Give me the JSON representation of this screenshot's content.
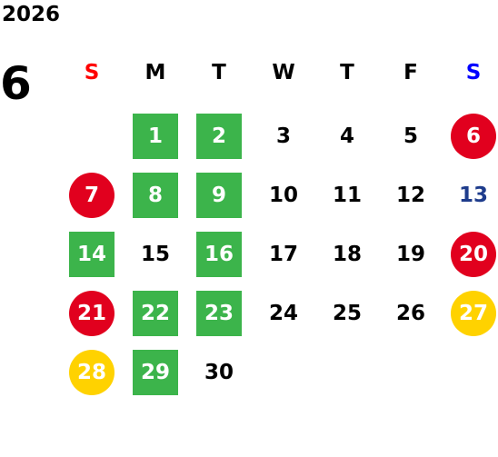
{
  "year": "2026",
  "month": "6",
  "colors": {
    "green": "#3cb44b",
    "red": "#e1001e",
    "yellow": "#ffd200",
    "blue": "#1e3c8c",
    "sunday_header": "#ff0000",
    "saturday_header": "#0000ff",
    "text": "#000000",
    "on_fill": "#ffffff"
  },
  "weekdays": [
    {
      "label": "S",
      "color": "sunday_header"
    },
    {
      "label": "M",
      "color": "text"
    },
    {
      "label": "T",
      "color": "text"
    },
    {
      "label": "W",
      "color": "text"
    },
    {
      "label": "T",
      "color": "text"
    },
    {
      "label": "F",
      "color": "text"
    },
    {
      "label": "S",
      "color": "saturday_header"
    }
  ],
  "days": [
    {
      "day": "1",
      "row": 0,
      "col": 1,
      "style": "green-box"
    },
    {
      "day": "2",
      "row": 0,
      "col": 2,
      "style": "green-box"
    },
    {
      "day": "3",
      "row": 0,
      "col": 3,
      "style": "plain"
    },
    {
      "day": "4",
      "row": 0,
      "col": 4,
      "style": "plain"
    },
    {
      "day": "5",
      "row": 0,
      "col": 5,
      "style": "plain"
    },
    {
      "day": "6",
      "row": 0,
      "col": 6,
      "style": "red-circle"
    },
    {
      "day": "7",
      "row": 1,
      "col": 0,
      "style": "red-circle"
    },
    {
      "day": "8",
      "row": 1,
      "col": 1,
      "style": "green-box"
    },
    {
      "day": "9",
      "row": 1,
      "col": 2,
      "style": "green-box"
    },
    {
      "day": "10",
      "row": 1,
      "col": 3,
      "style": "plain"
    },
    {
      "day": "11",
      "row": 1,
      "col": 4,
      "style": "plain"
    },
    {
      "day": "12",
      "row": 1,
      "col": 5,
      "style": "plain"
    },
    {
      "day": "13",
      "row": 1,
      "col": 6,
      "style": "blue-text"
    },
    {
      "day": "14",
      "row": 2,
      "col": 0,
      "style": "green-box"
    },
    {
      "day": "15",
      "row": 2,
      "col": 1,
      "style": "plain"
    },
    {
      "day": "16",
      "row": 2,
      "col": 2,
      "style": "green-box"
    },
    {
      "day": "17",
      "row": 2,
      "col": 3,
      "style": "plain"
    },
    {
      "day": "18",
      "row": 2,
      "col": 4,
      "style": "plain"
    },
    {
      "day": "19",
      "row": 2,
      "col": 5,
      "style": "plain"
    },
    {
      "day": "20",
      "row": 2,
      "col": 6,
      "style": "red-circle"
    },
    {
      "day": "21",
      "row": 3,
      "col": 0,
      "style": "red-circle"
    },
    {
      "day": "22",
      "row": 3,
      "col": 1,
      "style": "green-box"
    },
    {
      "day": "23",
      "row": 3,
      "col": 2,
      "style": "green-box"
    },
    {
      "day": "24",
      "row": 3,
      "col": 3,
      "style": "plain"
    },
    {
      "day": "25",
      "row": 3,
      "col": 4,
      "style": "plain"
    },
    {
      "day": "26",
      "row": 3,
      "col": 5,
      "style": "plain"
    },
    {
      "day": "27",
      "row": 3,
      "col": 6,
      "style": "yellow-circle"
    },
    {
      "day": "28",
      "row": 4,
      "col": 0,
      "style": "yellow-circle"
    },
    {
      "day": "29",
      "row": 4,
      "col": 1,
      "style": "green-box"
    },
    {
      "day": "30",
      "row": 4,
      "col": 2,
      "style": "plain"
    }
  ]
}
